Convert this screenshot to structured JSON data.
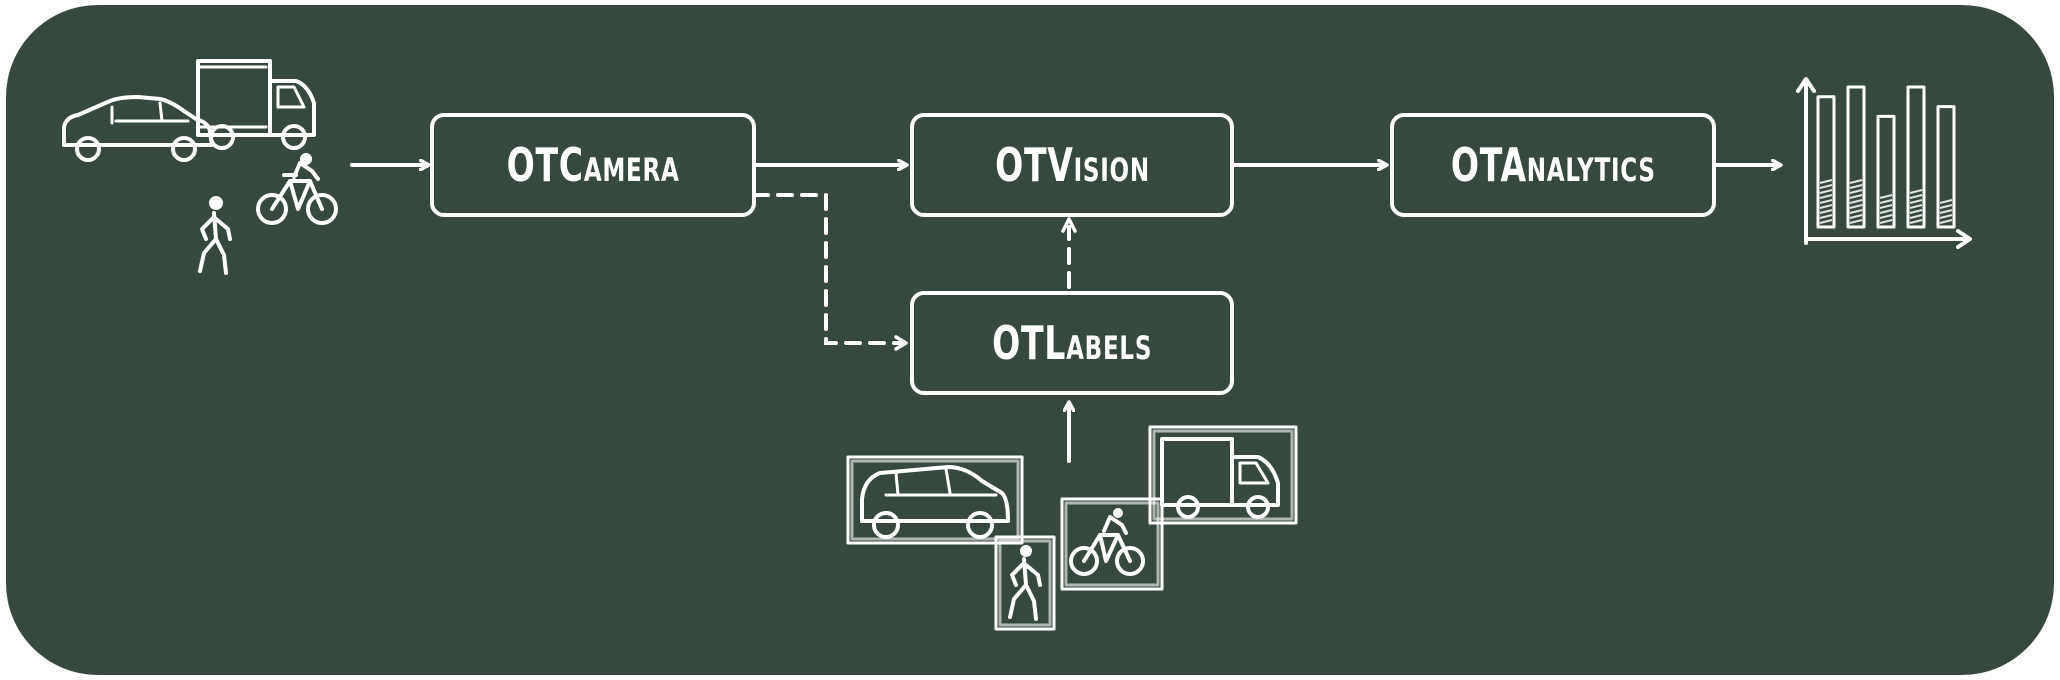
{
  "pipeline": {
    "camera": "OTCamera",
    "vision": "OTVision",
    "analytics": "OTAnalytics",
    "labels": "OTLabels"
  },
  "icons": {
    "inputs": [
      "car-icon",
      "truck-icon",
      "pedestrian-icon",
      "bicycle-icon"
    ],
    "output": "bar-chart-icon",
    "annotated": [
      "labeled-car-icon",
      "labeled-pedestrian-icon",
      "labeled-bicycle-icon",
      "labeled-truck-icon"
    ]
  },
  "colors": {
    "background": "#37493e",
    "ink": "#ffffff"
  },
  "chart_data": {
    "type": "bar",
    "categories": [
      "",
      "",
      "",
      "",
      ""
    ],
    "values": [
      0.62,
      0.58,
      0.55,
      0.46,
      0.4
    ],
    "totals": [
      0.93,
      1.0,
      0.79,
      1.0,
      0.86
    ]
  }
}
